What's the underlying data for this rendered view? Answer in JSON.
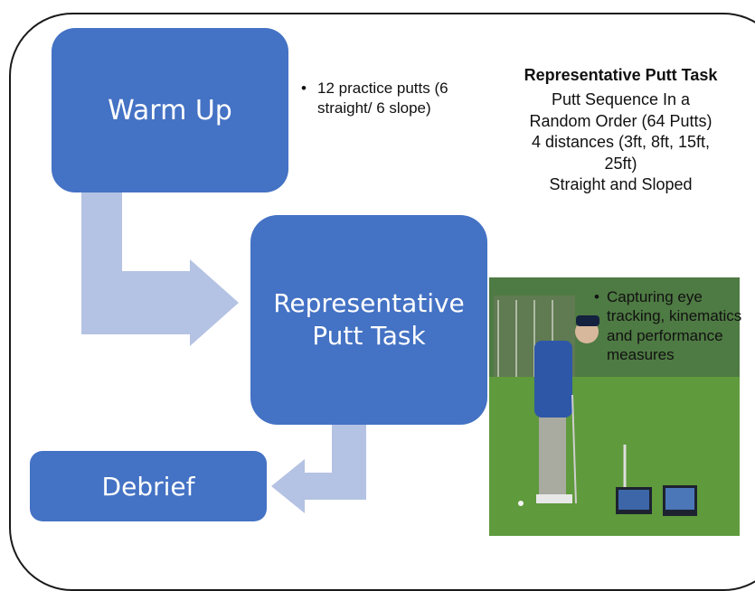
{
  "boxes": {
    "warm_up": "Warm Up",
    "representative_putt_task": "Representative Putt Task",
    "debrief": "Debrief"
  },
  "warm_up_notes": [
    "12 practice putts (6 straight/ 6 slope)"
  ],
  "task_panel": {
    "title": "Representative Putt Task",
    "lines": [
      "Putt Sequence In a Random Order (64 Putts)",
      "4 distances (3ft, 8ft, 15ft, 25ft)",
      "Straight and Sloped"
    ]
  },
  "photo_notes": [
    "Capturing eye tracking, kinematics and performance measures"
  ],
  "colors": {
    "box_fill": "#4472c4",
    "arrow_fill": "#b4c2e3",
    "frame_stroke": "#1a1a1a"
  }
}
